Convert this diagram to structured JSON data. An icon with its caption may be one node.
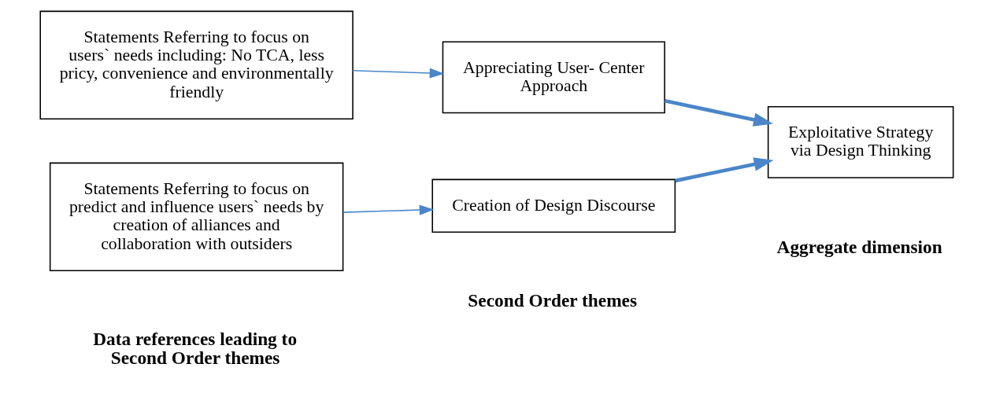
{
  "diagram": {
    "nodes": [
      {
        "text": [
          "Statements Referring to focus on users` needs including: No TCA, less pricy, convenience and environmentally friendly"
        ]
      },
      {
        "text": [
          "Appreciating User- Center Approach"
        ]
      },
      {
        "text": [
          "Exploitative Strategy via Design Thinking"
        ]
      },
      {
        "text": [
          "Statements Referring to focus on predict and influence users` needs by creation of alliances and collaboration with outsiders"
        ]
      },
      {
        "text": [
          "Creation of Design Discourse"
        ]
      }
    ],
    "edges": [
      {
        "from": 0,
        "to": 1,
        "arrow": "to"
      },
      {
        "from": 1,
        "to": 2,
        "arrow": "to",
        "style": "thick"
      },
      {
        "from": 3,
        "to": 4,
        "arrow": "to"
      },
      {
        "from": 4,
        "to": 2,
        "arrow": "to",
        "style": "thick"
      }
    ],
    "labels": [
      "Data references leading to Second Order themes",
      "Second Order themes",
      "Aggregate dimension"
    ]
  }
}
